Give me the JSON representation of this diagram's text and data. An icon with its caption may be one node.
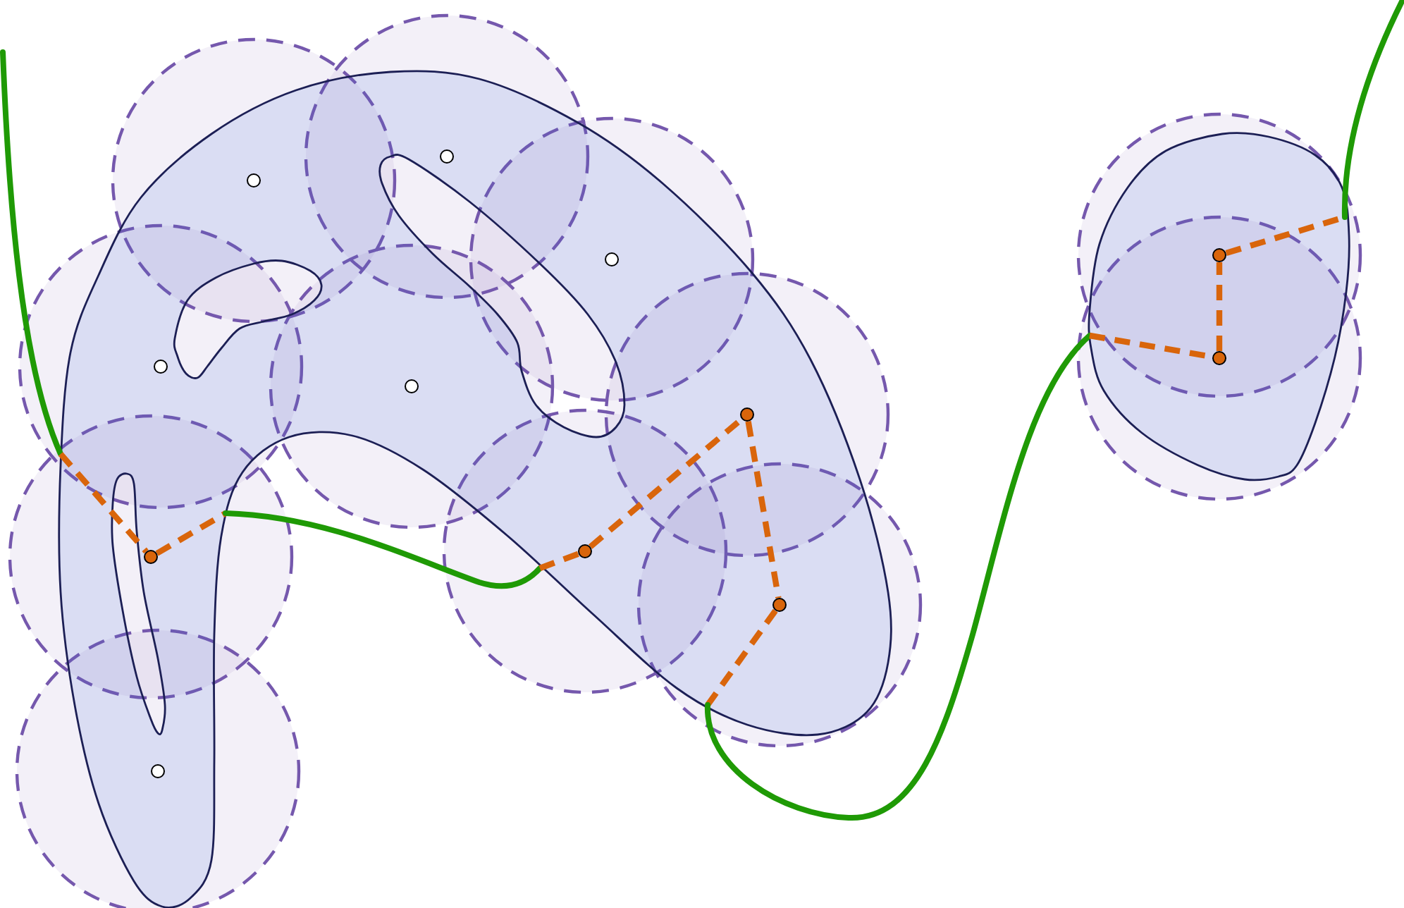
{
  "diagram": {
    "nodes": [
      {
        "text": [],
        "shape": "circle"
      },
      {
        "text": [],
        "shape": "circle"
      },
      {
        "text": [],
        "shape": "circle"
      },
      {
        "text": [],
        "shape": "circle"
      },
      {
        "text": [],
        "shape": "circle"
      },
      {
        "text": [],
        "shape": "circle"
      },
      {
        "text": [],
        "shape": "circle"
      },
      {
        "text": [],
        "shape": "circle"
      },
      {
        "text": [],
        "shape": "circle"
      },
      {
        "text": [],
        "shape": "circle"
      },
      {
        "text": [],
        "shape": "circle"
      },
      {
        "text": [],
        "shape": "circle"
      }
    ],
    "edges": [
      {
        "from": null,
        "to": 9,
        "arrow": "none"
      },
      {
        "from": 9,
        "to": 8,
        "arrow": "none"
      },
      {
        "from": 8,
        "to": 7,
        "arrow": "none",
        "style": "dashed",
        "color": "#d9650b"
      },
      {
        "from": 7,
        "to": 10,
        "arrow": "none",
        "style": "dashed",
        "color": "#d9650b"
      },
      {
        "from": 10,
        "to": 5,
        "arrow": "none"
      },
      {
        "from": 5,
        "to": 2,
        "arrow": "none",
        "style": "dashed",
        "color": "#d9650b"
      },
      {
        "from": 2,
        "to": null,
        "arrow": "none"
      }
    ]
  }
}
